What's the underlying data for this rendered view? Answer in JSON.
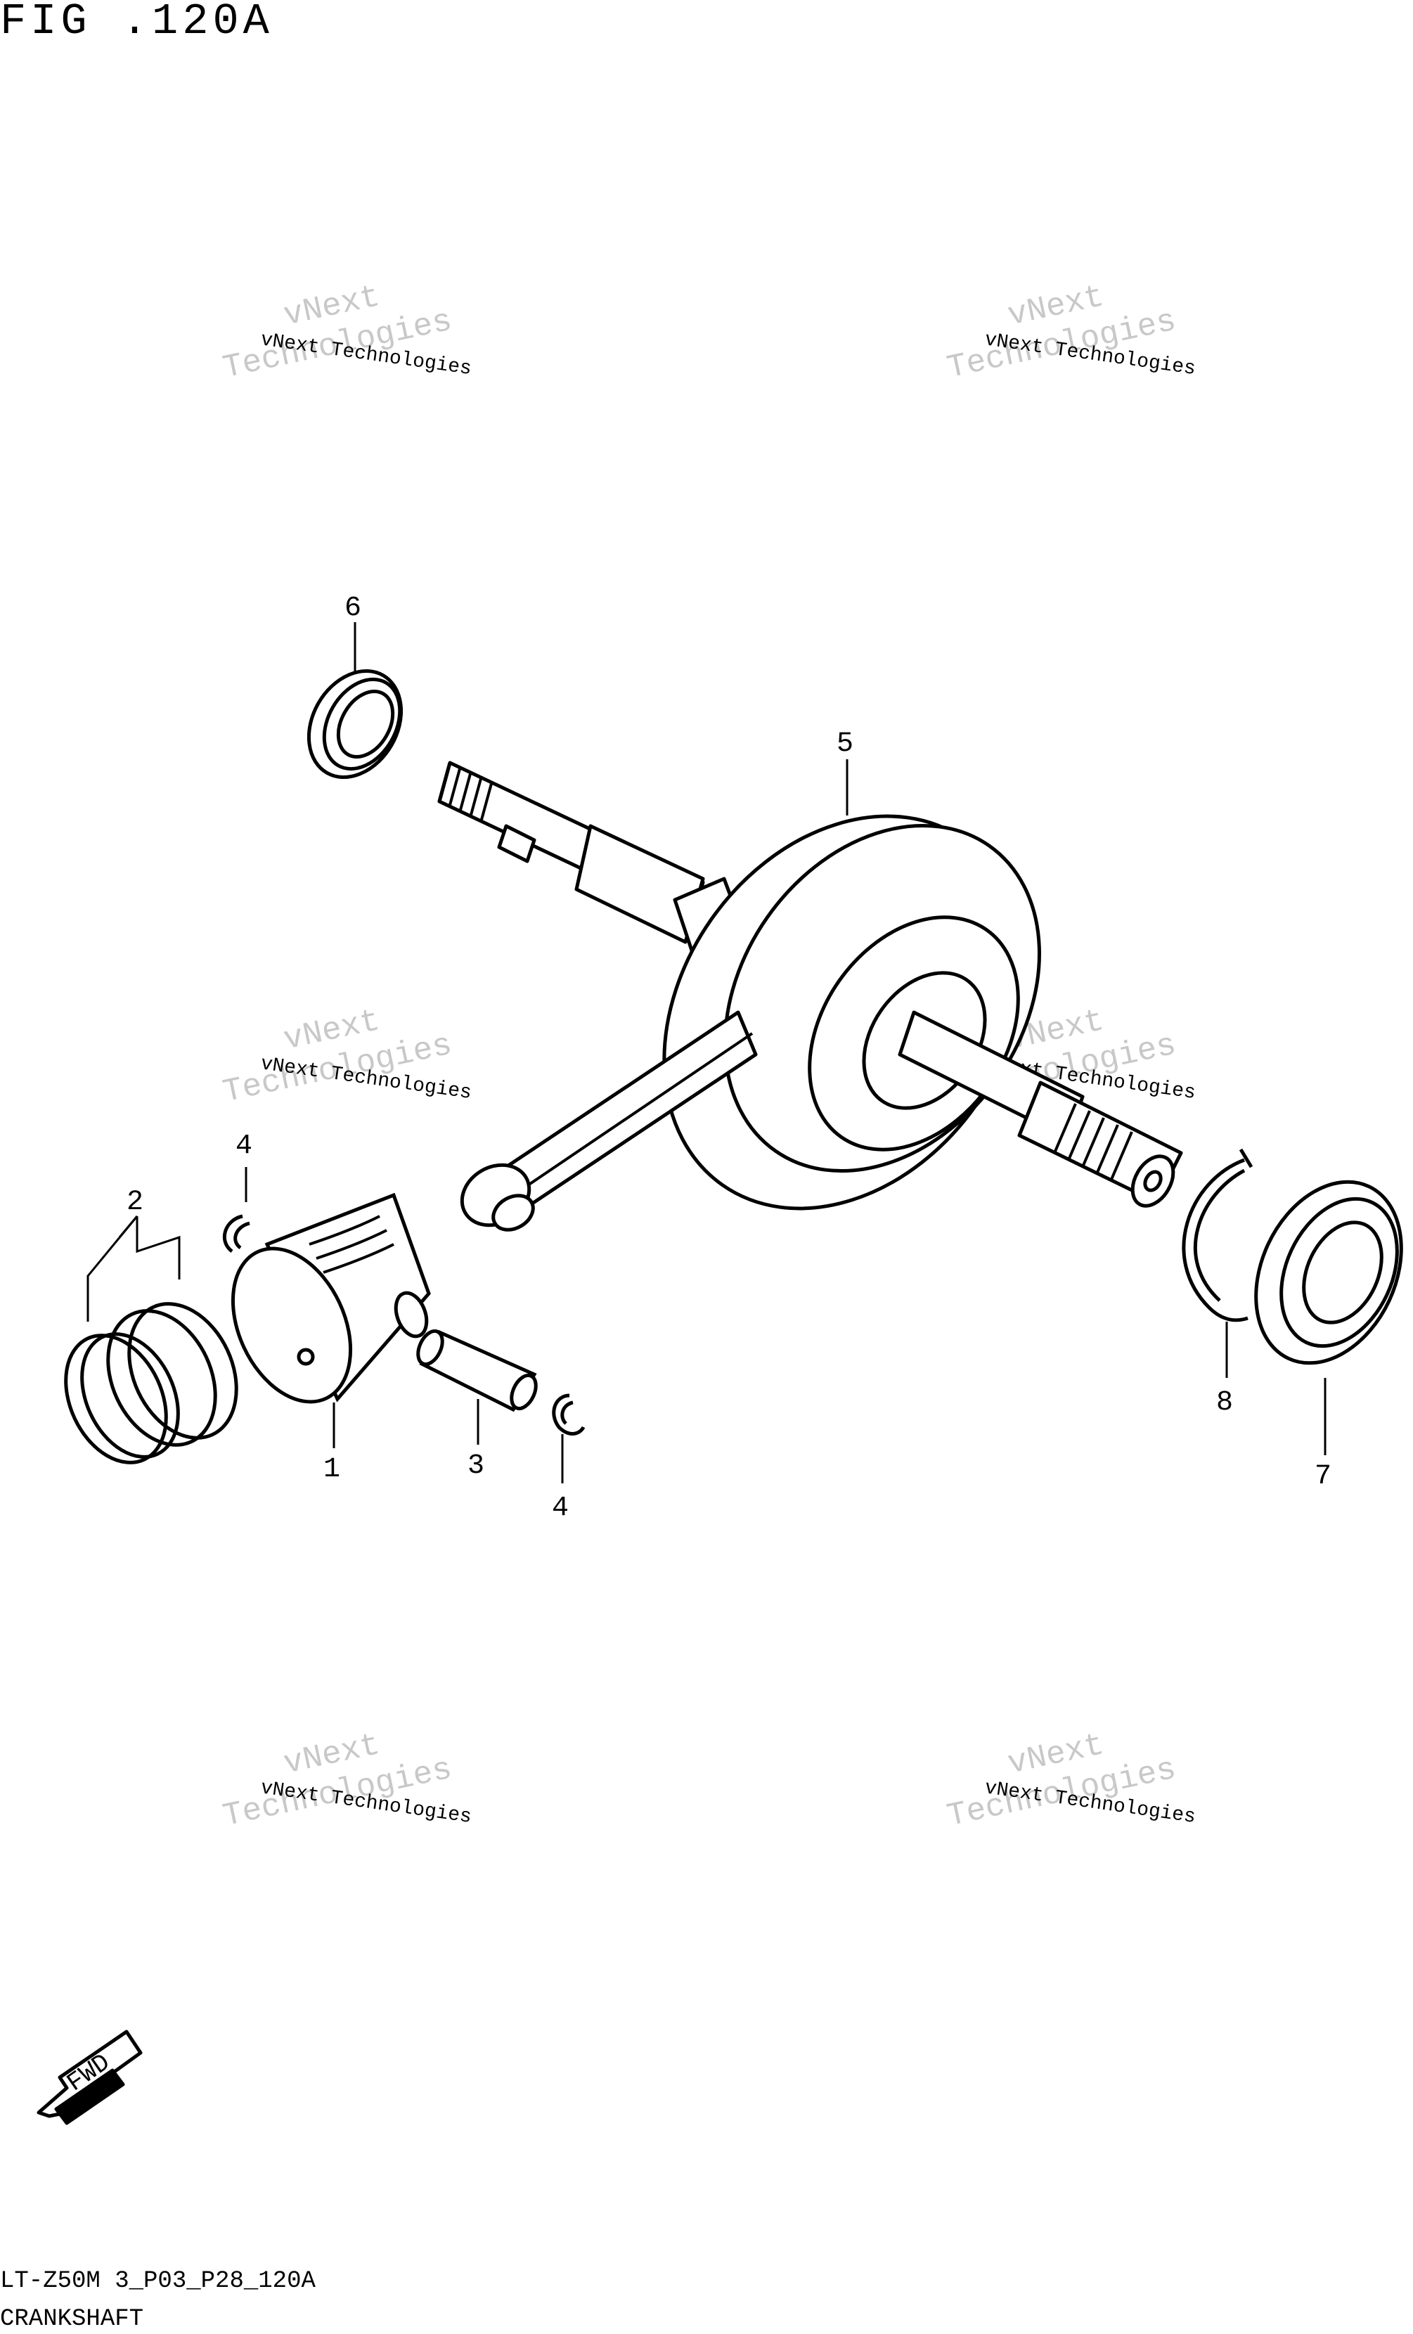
{
  "header": {
    "figure_title": "FIG .120A"
  },
  "footer": {
    "code": "LT-Z50M 3_P03_P28_120A",
    "caption": "CRANKSHAFT"
  },
  "callouts": [
    "1",
    "2",
    "3",
    "4",
    "4",
    "5",
    "6",
    "7",
    "8"
  ],
  "watermark": {
    "line1": "vNext Technologies",
    "line2": "vNext",
    "line3": "Technologies"
  },
  "fwd_label": "FWD",
  "colors": {
    "ink": "#000000",
    "watermark": "#c8c8c8",
    "background": "#ffffff"
  }
}
